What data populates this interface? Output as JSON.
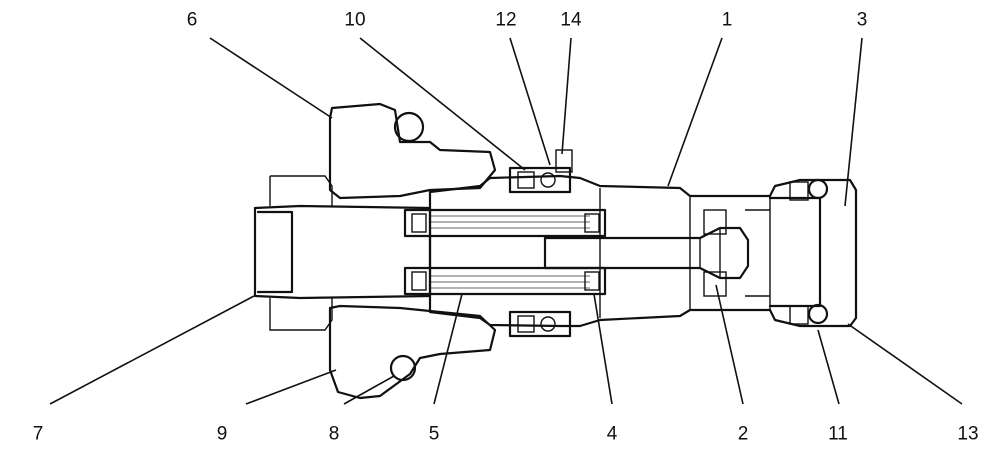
{
  "labels": {
    "part_1": "1",
    "part_2": "2",
    "part_3": "3",
    "part_4": "4",
    "part_5": "5",
    "part_6": "6",
    "part_7": "7",
    "part_8": "8",
    "part_9": "9",
    "part_10": "10",
    "part_11": "11",
    "part_12": "12",
    "part_13": "13",
    "part_14": "14"
  }
}
